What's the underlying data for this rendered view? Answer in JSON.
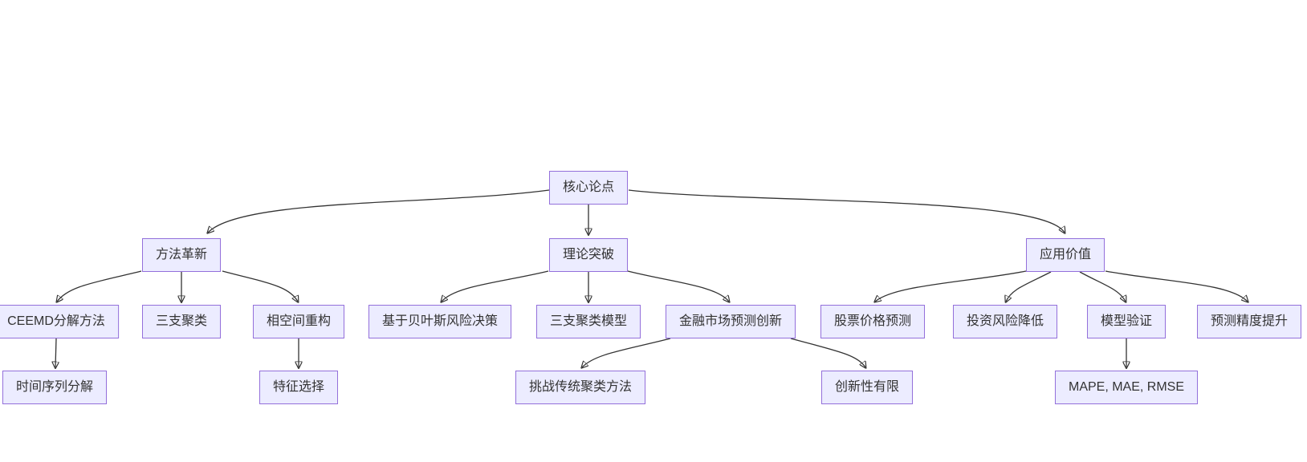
{
  "diagram": {
    "type": "flowchart",
    "direction": "top-down",
    "colors": {
      "node_fill": "#ECECFF",
      "node_border": "#9370DB",
      "edge": "#333333",
      "text": "#333333",
      "background": "#ffffff"
    },
    "nodes": {
      "core_thesis": {
        "label": "核心论点"
      },
      "method_innovation": {
        "label": "方法革新"
      },
      "theoretical_breakthrough": {
        "label": "理论突破"
      },
      "application_value": {
        "label": "应用价值"
      },
      "ceemd_decomposition": {
        "label": "CEEMD分解方法"
      },
      "three_way_clustering": {
        "label": "三支聚类"
      },
      "phase_space_reconstruction": {
        "label": "相空间重构"
      },
      "bayesian_risk_decision": {
        "label": "基于贝叶斯风险决策"
      },
      "three_way_clustering_model": {
        "label": "三支聚类模型"
      },
      "financial_market_forecast_innovation": {
        "label": "金融市场预测创新"
      },
      "stock_price_prediction": {
        "label": "股票价格预测"
      },
      "investment_risk_reduction": {
        "label": "投资风险降低"
      },
      "model_validation": {
        "label": "模型验证"
      },
      "forecast_accuracy_improvement": {
        "label": "预测精度提升"
      },
      "time_series_decomposition": {
        "label": "时间序列分解"
      },
      "feature_selection": {
        "label": "特征选择"
      },
      "challenge_traditional_clustering": {
        "label": "挑战传统聚类方法"
      },
      "limited_novelty": {
        "label": "创新性有限"
      },
      "evaluation_metrics": {
        "label": "MAPE, MAE, RMSE"
      }
    },
    "edges": [
      {
        "from": "core_thesis",
        "to": "method_innovation"
      },
      {
        "from": "core_thesis",
        "to": "theoretical_breakthrough"
      },
      {
        "from": "core_thesis",
        "to": "application_value"
      },
      {
        "from": "method_innovation",
        "to": "ceemd_decomposition"
      },
      {
        "from": "method_innovation",
        "to": "three_way_clustering"
      },
      {
        "from": "method_innovation",
        "to": "phase_space_reconstruction"
      },
      {
        "from": "theoretical_breakthrough",
        "to": "bayesian_risk_decision"
      },
      {
        "from": "theoretical_breakthrough",
        "to": "three_way_clustering_model"
      },
      {
        "from": "theoretical_breakthrough",
        "to": "financial_market_forecast_innovation"
      },
      {
        "from": "application_value",
        "to": "stock_price_prediction"
      },
      {
        "from": "application_value",
        "to": "investment_risk_reduction"
      },
      {
        "from": "application_value",
        "to": "model_validation"
      },
      {
        "from": "application_value",
        "to": "forecast_accuracy_improvement"
      },
      {
        "from": "ceemd_decomposition",
        "to": "time_series_decomposition"
      },
      {
        "from": "phase_space_reconstruction",
        "to": "feature_selection"
      },
      {
        "from": "financial_market_forecast_innovation",
        "to": "challenge_traditional_clustering"
      },
      {
        "from": "financial_market_forecast_innovation",
        "to": "limited_novelty"
      },
      {
        "from": "model_validation",
        "to": "evaluation_metrics"
      }
    ]
  }
}
